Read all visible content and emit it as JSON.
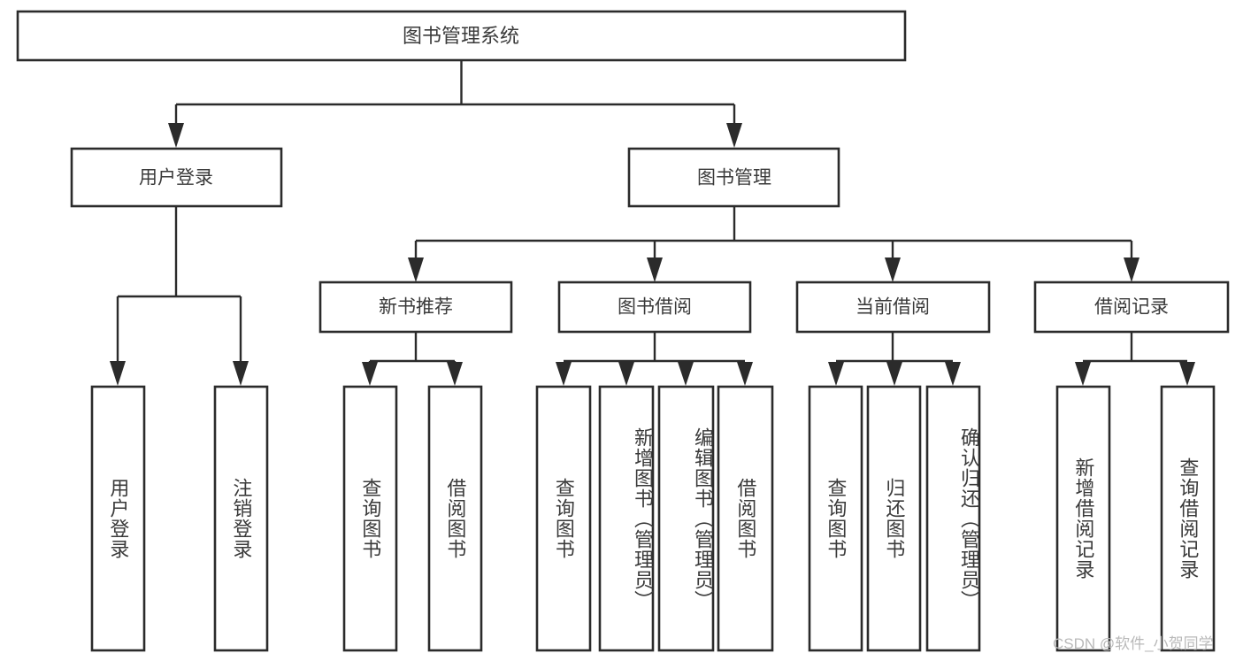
{
  "diagram": {
    "type": "hierarchy-tree",
    "title": "图书管理系统",
    "watermark": "CSDN @软件_小贺同学",
    "colors": {
      "box_stroke": "#2b2b2b",
      "box_fill": "#ffffff",
      "text": "#3a3a3a",
      "connector": "#2b2b2b",
      "watermark": "#b9b9b9",
      "background": "#ffffff"
    },
    "levels": {
      "level1": {
        "label": "图书管理系统"
      },
      "level2": [
        {
          "id": "user-login",
          "label": "用户登录"
        },
        {
          "id": "book-management",
          "label": "图书管理"
        }
      ],
      "level3": [
        {
          "id": "new-book-recommend",
          "label": "新书推荐",
          "parent": "book-management"
        },
        {
          "id": "book-borrow",
          "label": "图书借阅",
          "parent": "book-management"
        },
        {
          "id": "current-borrow",
          "label": "当前借阅",
          "parent": "book-management"
        },
        {
          "id": "borrow-record",
          "label": "借阅记录",
          "parent": "book-management"
        }
      ],
      "leaves": {
        "user-login": [
          {
            "id": "leaf-user-login",
            "label": "用户登录"
          },
          {
            "id": "leaf-logout-login",
            "label": "注销登录"
          }
        ],
        "new-book-recommend": [
          {
            "id": "leaf-query-book-1",
            "label": "查询图书"
          },
          {
            "id": "leaf-borrow-book-1",
            "label": "借阅图书"
          }
        ],
        "book-borrow": [
          {
            "id": "leaf-query-book-2",
            "label": "查询图书"
          },
          {
            "id": "leaf-add-book",
            "label": "新增图书（管理员）"
          },
          {
            "id": "leaf-edit-book",
            "label": "编辑图书（管理员）"
          },
          {
            "id": "leaf-borrow-book-2",
            "label": "借阅图书"
          }
        ],
        "current-borrow": [
          {
            "id": "leaf-query-book-3",
            "label": "查询图书"
          },
          {
            "id": "leaf-return-book",
            "label": "归还图书"
          },
          {
            "id": "leaf-confirm-return",
            "label": "确认归还（管理员）"
          }
        ],
        "borrow-record": [
          {
            "id": "leaf-add-record",
            "label": "新增借阅记录"
          },
          {
            "id": "leaf-query-record",
            "label": "查询借阅记录"
          }
        ]
      }
    }
  }
}
